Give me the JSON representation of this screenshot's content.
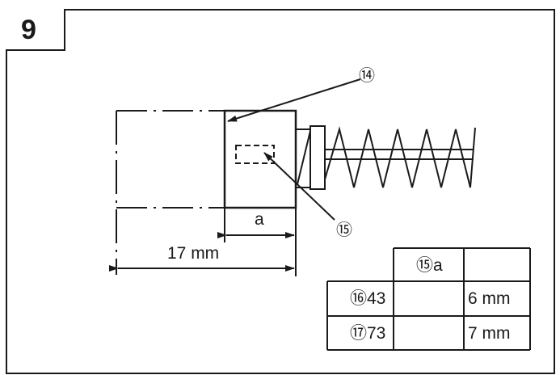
{
  "figure": {
    "number": "9"
  },
  "callouts": {
    "c14": "⑭",
    "c15": "⑮"
  },
  "dimensions": {
    "a_label": "a",
    "overall_label": "17 mm"
  },
  "table": {
    "header": [
      "",
      "⑮a",
      ""
    ],
    "rows": [
      [
        "⑯43",
        "",
        "6 mm"
      ],
      [
        "⑰73",
        "",
        "7 mm"
      ]
    ]
  },
  "colors": {
    "line": "#1a1a1a",
    "background": "#ffffff"
  }
}
